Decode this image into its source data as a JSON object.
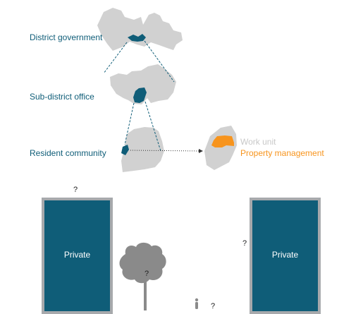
{
  "levels": {
    "district": "District government",
    "subdistrict": "Sub-district office",
    "community": "Resident community"
  },
  "side": {
    "work_unit": "Work unit",
    "property_management": "Property management"
  },
  "buildings": {
    "left": "Private",
    "right": "Private"
  },
  "questions": {
    "left_top": "?",
    "right_side": "?",
    "tree": "?",
    "person": "?"
  },
  "colors": {
    "teal": "#0f5d78",
    "gray_region": "#cfcfcf",
    "orange": "#f7941d",
    "light_gray_text": "#c8c8c8"
  }
}
